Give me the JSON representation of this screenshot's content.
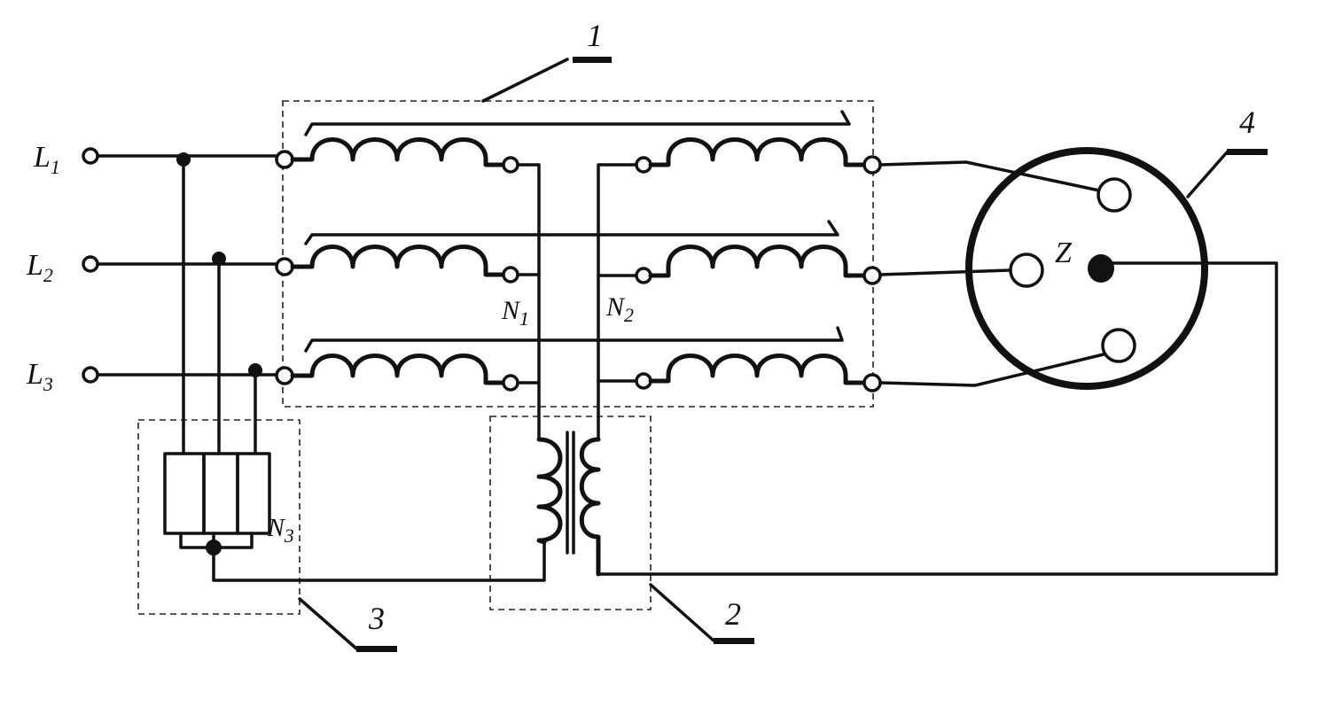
{
  "labels": {
    "l1": "L",
    "l1_sub": "1",
    "l2": "L",
    "l2_sub": "2",
    "l3": "L",
    "l3_sub": "3",
    "n1": "N",
    "n1_sub": "1",
    "n2": "N",
    "n2_sub": "2",
    "n3": "N",
    "n3_sub": "3",
    "z": "Z"
  },
  "callouts": {
    "c1": "1",
    "c2": "2",
    "c3": "3",
    "c4": "4"
  }
}
